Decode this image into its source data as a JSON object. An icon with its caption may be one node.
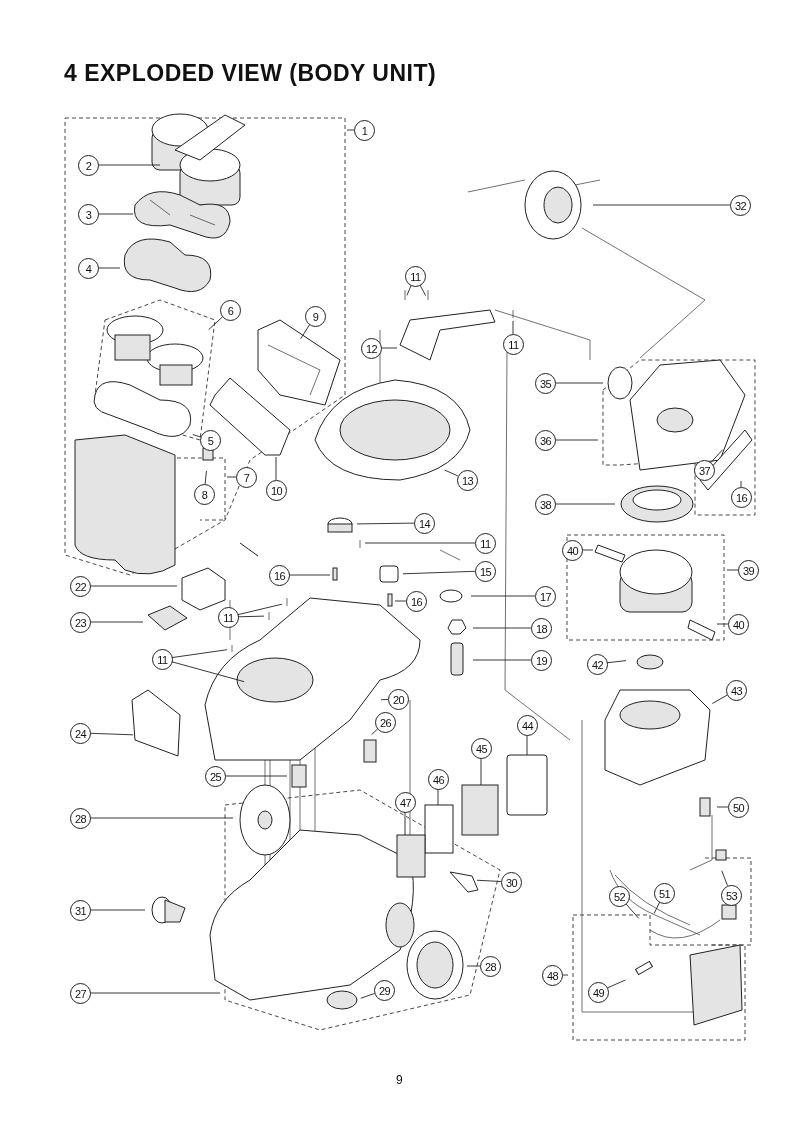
{
  "diagram": {
    "title": "4 EXPLODED VIEW (BODY UNIT)",
    "nodes": [
      {
        "text": [
          "1"
        ]
      },
      {
        "text": [
          "2"
        ]
      },
      {
        "text": [
          "3"
        ]
      },
      {
        "text": [
          "4"
        ]
      },
      {
        "text": [
          "6"
        ]
      },
      {
        "text": [
          "9"
        ]
      },
      {
        "text": [
          "5"
        ]
      },
      {
        "text": [
          "7"
        ]
      },
      {
        "text": [
          "8"
        ]
      },
      {
        "text": [
          "10"
        ]
      },
      {
        "text": [
          "11"
        ]
      },
      {
        "text": [
          "12"
        ]
      },
      {
        "text": [
          "11"
        ]
      },
      {
        "text": [
          "13"
        ]
      },
      {
        "text": [
          "14"
        ]
      },
      {
        "text": [
          "11"
        ]
      },
      {
        "text": [
          "16"
        ]
      },
      {
        "text": [
          "15"
        ]
      },
      {
        "text": [
          "17"
        ]
      },
      {
        "text": [
          "16"
        ]
      },
      {
        "text": [
          "22"
        ]
      },
      {
        "text": [
          "23"
        ]
      },
      {
        "text": [
          "18"
        ]
      },
      {
        "text": [
          "11"
        ]
      },
      {
        "text": [
          "19"
        ]
      },
      {
        "text": [
          "11"
        ]
      },
      {
        "text": [
          "24"
        ]
      },
      {
        "text": [
          "20"
        ]
      },
      {
        "text": [
          "26"
        ]
      },
      {
        "text": [
          "25"
        ]
      },
      {
        "text": [
          "44"
        ]
      },
      {
        "text": [
          "45"
        ]
      },
      {
        "text": [
          "46"
        ]
      },
      {
        "text": [
          "47"
        ]
      },
      {
        "text": [
          "28"
        ]
      },
      {
        "text": [
          "30"
        ]
      },
      {
        "text": [
          "31"
        ]
      },
      {
        "text": [
          "28"
        ]
      },
      {
        "text": [
          "29"
        ]
      },
      {
        "text": [
          "27"
        ]
      },
      {
        "text": [
          "32"
        ]
      },
      {
        "text": [
          "35"
        ]
      },
      {
        "text": [
          "36"
        ]
      },
      {
        "text": [
          "37"
        ]
      },
      {
        "text": [
          "16"
        ]
      },
      {
        "text": [
          "38"
        ]
      },
      {
        "text": [
          "40"
        ]
      },
      {
        "text": [
          "39"
        ]
      },
      {
        "text": [
          "40"
        ]
      },
      {
        "text": [
          "42"
        ]
      },
      {
        "text": [
          "43"
        ]
      },
      {
        "text": [
          "50"
        ]
      },
      {
        "text": [
          "53"
        ]
      },
      {
        "text": [
          "51"
        ]
      },
      {
        "text": [
          "52"
        ]
      },
      {
        "text": [
          "48"
        ]
      },
      {
        "text": [
          "49"
        ]
      }
    ],
    "edges": [
      {
        "from": 0,
        "to": null,
        "arrow": "none"
      },
      {
        "from": 1,
        "to": null,
        "arrow": "none"
      },
      {
        "from": 2,
        "to": null,
        "arrow": "none"
      },
      {
        "from": 3,
        "to": null,
        "arrow": "none"
      },
      {
        "from": 4,
        "to": null,
        "arrow": "none"
      },
      {
        "from": 5,
        "to": null,
        "arrow": "none"
      },
      {
        "from": 6,
        "to": null,
        "arrow": "none"
      },
      {
        "from": 7,
        "to": null,
        "arrow": "none"
      },
      {
        "from": 8,
        "to": null,
        "arrow": "none"
      },
      {
        "from": 9,
        "to": null,
        "arrow": "none"
      },
      {
        "from": 10,
        "to": null,
        "arrow": "none"
      },
      {
        "from": 10,
        "to": null,
        "arrow": "none"
      },
      {
        "from": 11,
        "to": null,
        "arrow": "none"
      },
      {
        "from": 12,
        "to": null,
        "arrow": "none"
      },
      {
        "from": 13,
        "to": null,
        "arrow": "none"
      },
      {
        "from": 14,
        "to": null,
        "arrow": "none"
      },
      {
        "from": 15,
        "to": null,
        "arrow": "none"
      },
      {
        "from": 16,
        "to": null,
        "arrow": "none"
      },
      {
        "from": 17,
        "to": null,
        "arrow": "none"
      },
      {
        "from": 18,
        "to": null,
        "arrow": "none"
      },
      {
        "from": 19,
        "to": null,
        "arrow": "none"
      },
      {
        "from": 20,
        "to": null,
        "arrow": "none"
      },
      {
        "from": 21,
        "to": null,
        "arrow": "none"
      },
      {
        "from": 22,
        "to": null,
        "arrow": "none"
      },
      {
        "from": 23,
        "to": null,
        "arrow": "none"
      },
      {
        "from": 23,
        "to": null,
        "arrow": "none"
      },
      {
        "from": 24,
        "to": null,
        "arrow": "none"
      },
      {
        "from": 25,
        "to": null,
        "arrow": "none"
      },
      {
        "from": 25,
        "to": null,
        "arrow": "none"
      },
      {
        "from": 26,
        "to": null,
        "arrow": "none"
      },
      {
        "from": 27,
        "to": null,
        "arrow": "none"
      },
      {
        "from": 28,
        "to": null,
        "arrow": "none"
      },
      {
        "from": 29,
        "to": null,
        "arrow": "none"
      },
      {
        "from": 30,
        "to": null,
        "arrow": "none"
      },
      {
        "from": 31,
        "to": null,
        "arrow": "none"
      },
      {
        "from": 32,
        "to": null,
        "arrow": "none"
      },
      {
        "from": 33,
        "to": null,
        "arrow": "none"
      },
      {
        "from": 34,
        "to": null,
        "arrow": "none"
      },
      {
        "from": 35,
        "to": null,
        "arrow": "none"
      },
      {
        "from": 36,
        "to": null,
        "arrow": "none"
      },
      {
        "from": 37,
        "to": null,
        "arrow": "none"
      },
      {
        "from": 38,
        "to": null,
        "arrow": "none"
      },
      {
        "from": 39,
        "to": null,
        "arrow": "none"
      },
      {
        "from": 40,
        "to": null,
        "arrow": "none"
      },
      {
        "from": 41,
        "to": null,
        "arrow": "none"
      },
      {
        "from": 42,
        "to": null,
        "arrow": "none"
      },
      {
        "from": 43,
        "to": null,
        "arrow": "none"
      },
      {
        "from": 44,
        "to": null,
        "arrow": "none"
      },
      {
        "from": 45,
        "to": null,
        "arrow": "none"
      },
      {
        "from": 46,
        "to": null,
        "arrow": "none"
      },
      {
        "from": 47,
        "to": null,
        "arrow": "none"
      },
      {
        "from": 48,
        "to": null,
        "arrow": "none"
      },
      {
        "from": 49,
        "to": null,
        "arrow": "none"
      },
      {
        "from": 50,
        "to": null,
        "arrow": "none"
      },
      {
        "from": 51,
        "to": null,
        "arrow": "none"
      },
      {
        "from": 52,
        "to": null,
        "arrow": "none"
      },
      {
        "from": 53,
        "to": null,
        "arrow": "none"
      },
      {
        "from": 54,
        "to": null,
        "arrow": "none"
      },
      {
        "from": 55,
        "to": null,
        "arrow": "none"
      },
      {
        "from": 56,
        "to": null,
        "arrow": "none"
      }
    ],
    "labels": [
      "9"
    ]
  }
}
